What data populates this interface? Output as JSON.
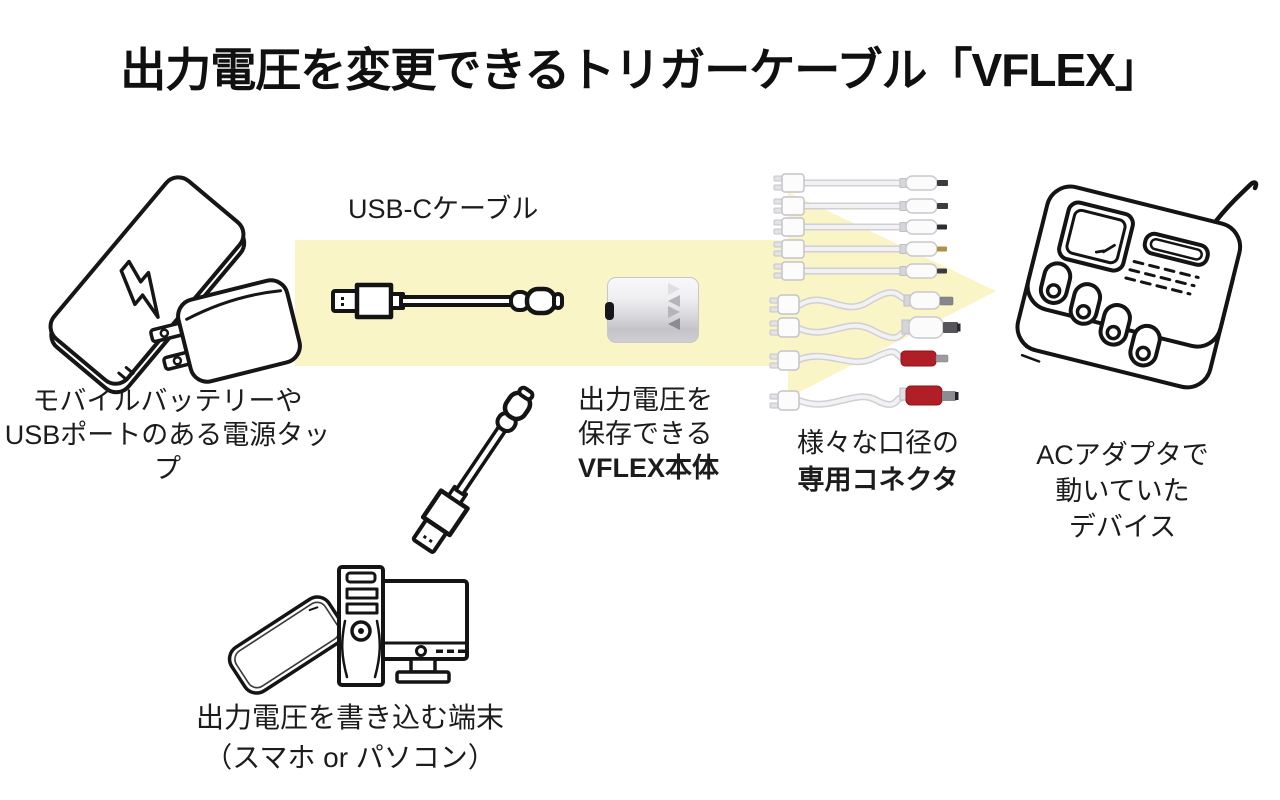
{
  "title": "出力電圧を変更できるトリガーケーブル「VFLEX」",
  "colors": {
    "arrow": "#faf5c6",
    "text": "#1c1c1c",
    "red_plug": "#b01f26"
  },
  "flow": {
    "source": {
      "line1": "モバイルバッテリーや",
      "line2": "USBポートのある電源タップ",
      "icon": "power-bank-and-usb-charger-illustration"
    },
    "usb_cable": {
      "label": "USB-Cケーブル",
      "icon": "usb-c-cable-illustration"
    },
    "vflex": {
      "line1": "出力電圧を",
      "line2": "保存できる",
      "line3": "VFLEX本体",
      "icon": "vflex-unit-photo"
    },
    "connectors": {
      "line1": "様々な口径の",
      "line2": "専用コネクタ",
      "icon": "dc-connector-set-photo"
    },
    "target": {
      "line1": "ACアダプタで",
      "line2": "動いていた",
      "line3": "デバイス",
      "icon": "ac-powered-device-illustration"
    },
    "writer": {
      "line1": "出力電圧を書き込む端末",
      "line2": "（スマホ or パソコン）",
      "icon": "smartphone-and-pc-illustration",
      "cable_icon": "usb-a-to-c-cable-illustration"
    }
  }
}
